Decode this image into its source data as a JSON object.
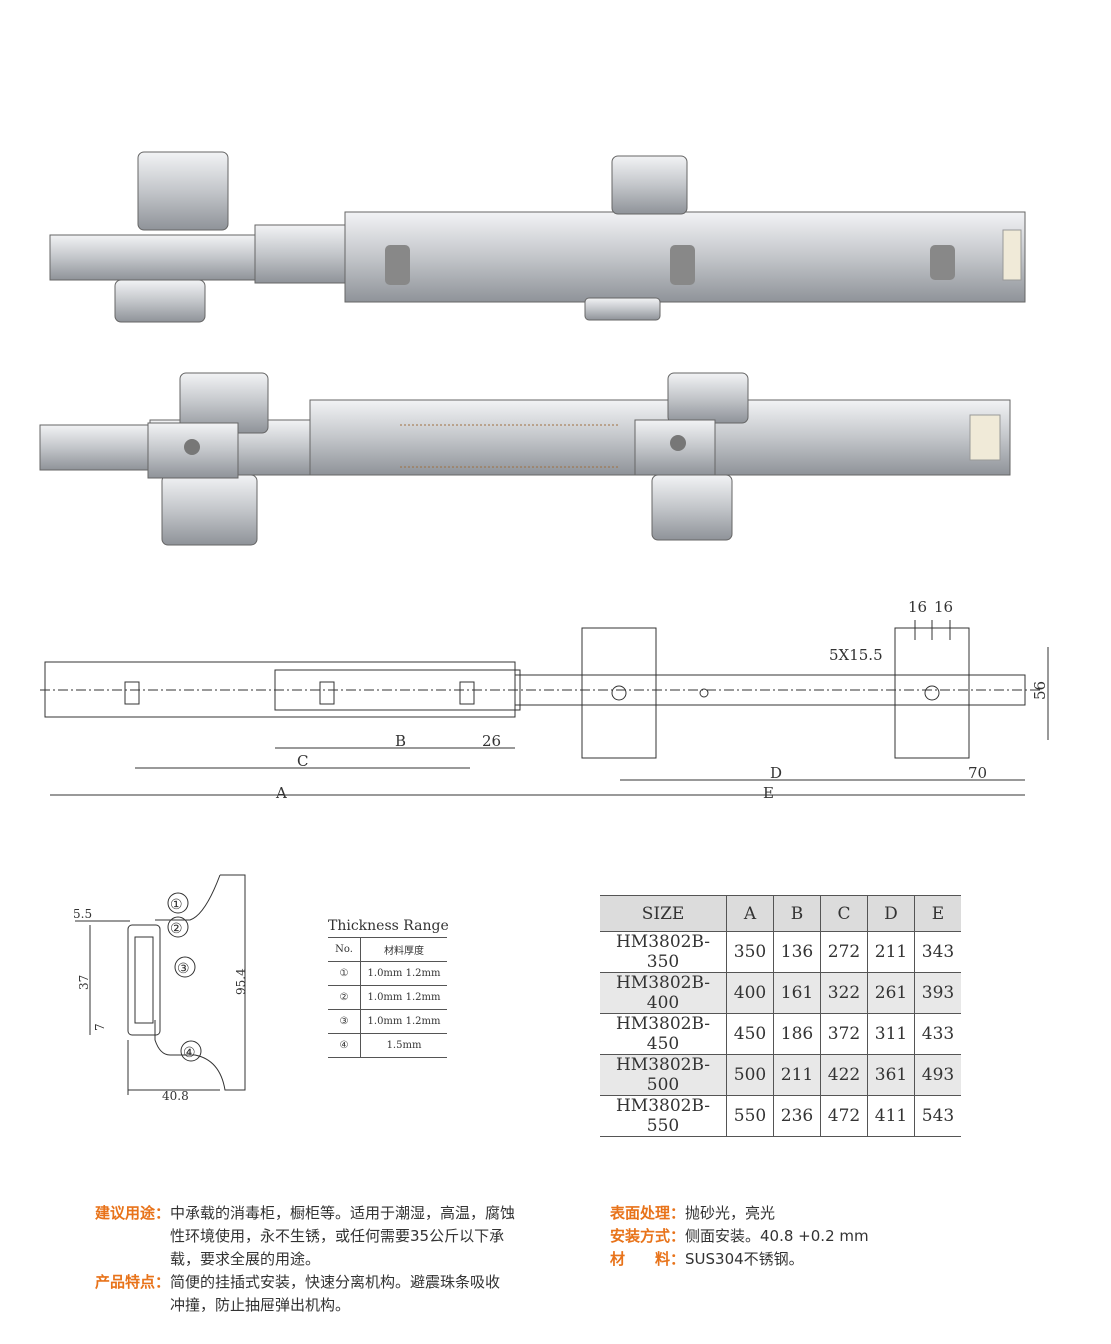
{
  "drawing": {
    "dims": {
      "hole": "5X15.5",
      "d16a": "16",
      "d16b": "16",
      "h56": "56",
      "b": "B",
      "d26": "26",
      "c": "C",
      "d": "D",
      "d70": "70",
      "a": "A",
      "e": "E"
    }
  },
  "section": {
    "d55": "5.5",
    "d37": "37",
    "d7": "7",
    "d954": "95.4",
    "d408": "40.8",
    "c1": "①",
    "c2": "②",
    "c3": "③",
    "c4": "④"
  },
  "thickness": {
    "title": "Thickness Range",
    "header": [
      "No.",
      "材料厚度"
    ],
    "rows": [
      [
        "①",
        "1.0mm 1.2mm"
      ],
      [
        "②",
        "1.0mm 1.2mm"
      ],
      [
        "③",
        "1.0mm 1.2mm"
      ],
      [
        "④",
        "1.5mm"
      ]
    ]
  },
  "spec_table": {
    "header": [
      "SIZE",
      "A",
      "B",
      "C",
      "D",
      "E"
    ],
    "rows": [
      [
        "HM3802B-350",
        "350",
        "136",
        "272",
        "211",
        "343"
      ],
      [
        "HM3802B-400",
        "400",
        "161",
        "322",
        "261",
        "393"
      ],
      [
        "HM3802B-450",
        "450",
        "186",
        "372",
        "311",
        "433"
      ],
      [
        "HM3802B-500",
        "500",
        "211",
        "422",
        "361",
        "493"
      ],
      [
        "HM3802B-550",
        "550",
        "236",
        "472",
        "411",
        "543"
      ]
    ]
  },
  "description": {
    "usage_label": "建议用途：",
    "usage_lines": [
      "中承载的消毒柜，橱柜等。适用于潮湿，高温，腐蚀",
      "性环境使用，永不生锈，或任何需要35公斤以下承",
      "载，要求全展的用途。"
    ],
    "features_label": "产品特点：",
    "features_lines": [
      "简便的挂插式安装，快速分离机构。避震珠条吸收",
      "冲撞，防止抽屉弹出机构。"
    ],
    "surface_label": "表面处理：",
    "surface_value": "抛砂光，亮光",
    "install_label": "安装方式：",
    "install_value": "侧面安装。40.8 +0.2 mm",
    "material_label": "材　　料：",
    "material_value": "SUS304不锈钢。"
  },
  "colors": {
    "label": "#e8731a",
    "steel": "#c9ccd0"
  }
}
